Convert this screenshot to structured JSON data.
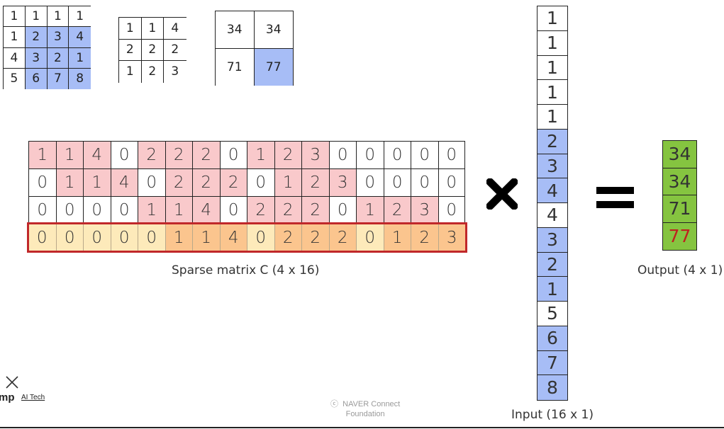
{
  "input_matrix": {
    "rows": [
      [
        "1",
        "1",
        "1",
        "1"
      ],
      [
        "1",
        "2",
        "3",
        "4"
      ],
      [
        "4",
        "3",
        "2",
        "1"
      ],
      [
        "5",
        "6",
        "7",
        "8"
      ]
    ],
    "highlighted": [
      [
        false,
        false,
        false,
        false
      ],
      [
        false,
        true,
        true,
        true
      ],
      [
        false,
        true,
        true,
        true
      ],
      [
        false,
        true,
        true,
        true
      ]
    ]
  },
  "kernel_matrix": {
    "rows": [
      [
        "1",
        "1",
        "4"
      ],
      [
        "2",
        "2",
        "2"
      ],
      [
        "1",
        "2",
        "3"
      ]
    ]
  },
  "output_matrix": {
    "rows": [
      [
        "34",
        "34"
      ],
      [
        "71",
        "77"
      ]
    ],
    "highlighted": [
      [
        false,
        false
      ],
      [
        false,
        true
      ]
    ]
  },
  "sparse_matrix": {
    "caption": "Sparse matrix C (4 x 16)",
    "rows": [
      [
        "1",
        "1",
        "4",
        "0",
        "2",
        "2",
        "2",
        "0",
        "1",
        "2",
        "3",
        "0",
        "0",
        "0",
        "0",
        "0"
      ],
      [
        "0",
        "1",
        "1",
        "4",
        "0",
        "2",
        "2",
        "2",
        "0",
        "1",
        "2",
        "3",
        "0",
        "0",
        "0",
        "0"
      ],
      [
        "0",
        "0",
        "0",
        "0",
        "1",
        "1",
        "4",
        "0",
        "2",
        "2",
        "2",
        "0",
        "1",
        "2",
        "3",
        "0"
      ],
      [
        "0",
        "0",
        "0",
        "0",
        "0",
        "1",
        "1",
        "4",
        "0",
        "2",
        "2",
        "2",
        "0",
        "1",
        "2",
        "3"
      ]
    ],
    "fills": [
      [
        "pink",
        "pink",
        "pink",
        "white",
        "pink",
        "pink",
        "pink",
        "white",
        "pink",
        "pink",
        "pink",
        "white",
        "white",
        "white",
        "white",
        "white"
      ],
      [
        "white",
        "pink",
        "pink",
        "pink",
        "white",
        "pink",
        "pink",
        "pink",
        "white",
        "pink",
        "pink",
        "pink",
        "white",
        "white",
        "white",
        "white"
      ],
      [
        "white",
        "white",
        "white",
        "white",
        "pink",
        "pink",
        "pink",
        "white",
        "pink",
        "pink",
        "pink",
        "white",
        "pink",
        "pink",
        "pink",
        "white"
      ],
      [
        "cream",
        "cream",
        "cream",
        "cream",
        "cream",
        "orange",
        "orange",
        "orange",
        "cream",
        "orange",
        "orange",
        "orange",
        "cream",
        "orange",
        "orange",
        "orange"
      ]
    ]
  },
  "input_vector": {
    "caption": "Input (16 x 1)",
    "values": [
      "1",
      "1",
      "1",
      "1",
      "1",
      "2",
      "3",
      "4",
      "4",
      "3",
      "2",
      "1",
      "5",
      "6",
      "7",
      "8"
    ],
    "highlighted": [
      false,
      false,
      false,
      false,
      false,
      true,
      true,
      true,
      false,
      true,
      true,
      true,
      false,
      true,
      true,
      true
    ]
  },
  "output_vector": {
    "caption": "Output (4 x 1)",
    "values": [
      "34",
      "34",
      "71",
      "77"
    ]
  },
  "colors": {
    "blue_highlight": "#a7bdf6",
    "pink": "#f9c9cb",
    "cream": "#fdeaba",
    "orange": "#fbc58e",
    "output_green": "#85c440",
    "highlight_text_red": "#c0201f",
    "row_outline_red": "#c0282a"
  },
  "footer": {
    "logo_text": "mp",
    "logo_sub": "AI Tech",
    "copyright_line1": "NAVER Connect",
    "copyright_line2": "Foundation"
  }
}
